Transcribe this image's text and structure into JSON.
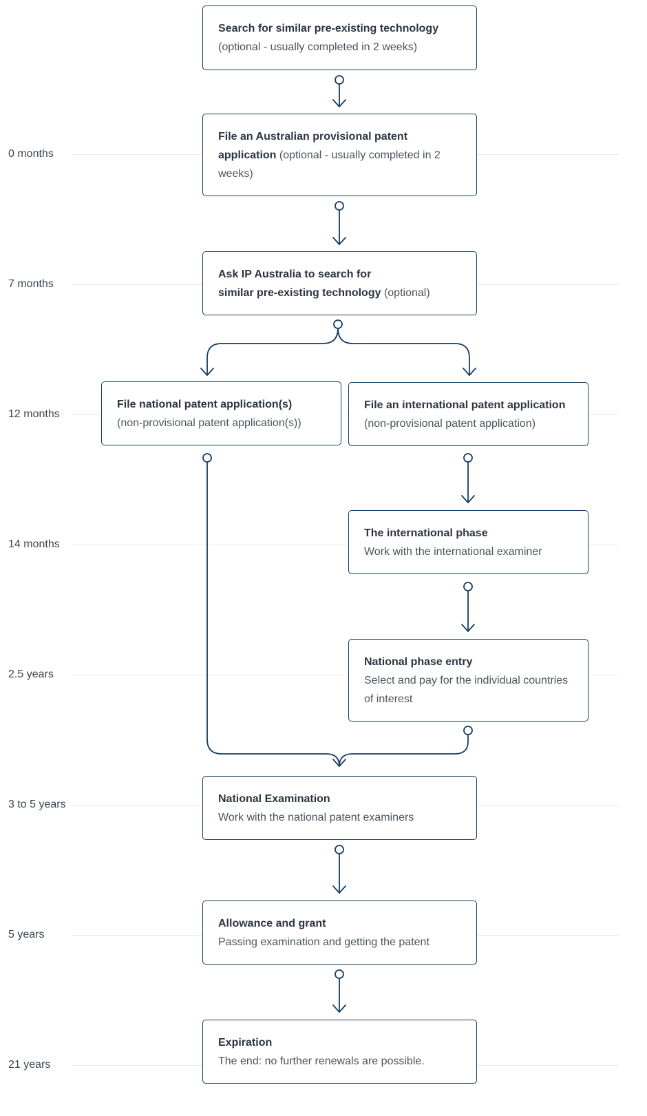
{
  "timeline": [
    {
      "label": "0 months"
    },
    {
      "label": "7 months"
    },
    {
      "label": "12 months"
    },
    {
      "label": "14 months"
    },
    {
      "label": "2.5 years"
    },
    {
      "label": "3 to 5 years"
    },
    {
      "label": "5 years"
    },
    {
      "label": "21 years"
    }
  ],
  "steps": {
    "search": {
      "title": "Search for similar pre-existing technology",
      "desc": "(optional - usually completed in 2 weeks)"
    },
    "provisional": {
      "title": "File an Australian provisional patent application",
      "desc": "(optional - usually completed in 2 weeks)"
    },
    "ip_search": {
      "title_line1": "Ask IP Australia to search for",
      "title_line2": "similar pre-existing technology",
      "desc": "(optional)"
    },
    "national_app": {
      "title": "File national patent application(s)",
      "desc": "(non-provisional patent application(s))"
    },
    "international_app": {
      "title": "File an international patent application",
      "desc": "(non-provisional patent application)"
    },
    "intl_phase": {
      "title": "The international phase",
      "desc": "Work with the international examiner"
    },
    "national_phase_entry": {
      "title": "National phase entry",
      "desc": "Select and pay for the individual countries of interest"
    },
    "national_exam": {
      "title": "National Examination",
      "desc": "Work with the national patent examiners"
    },
    "grant": {
      "title": "Allowance and grant",
      "desc": "Passing examination and getting the patent"
    },
    "expiration": {
      "title": "Expiration",
      "desc": "The end: no further renewals are possible."
    }
  },
  "colors": {
    "stroke": "#153d63",
    "gridline": "#e6e8eb"
  }
}
